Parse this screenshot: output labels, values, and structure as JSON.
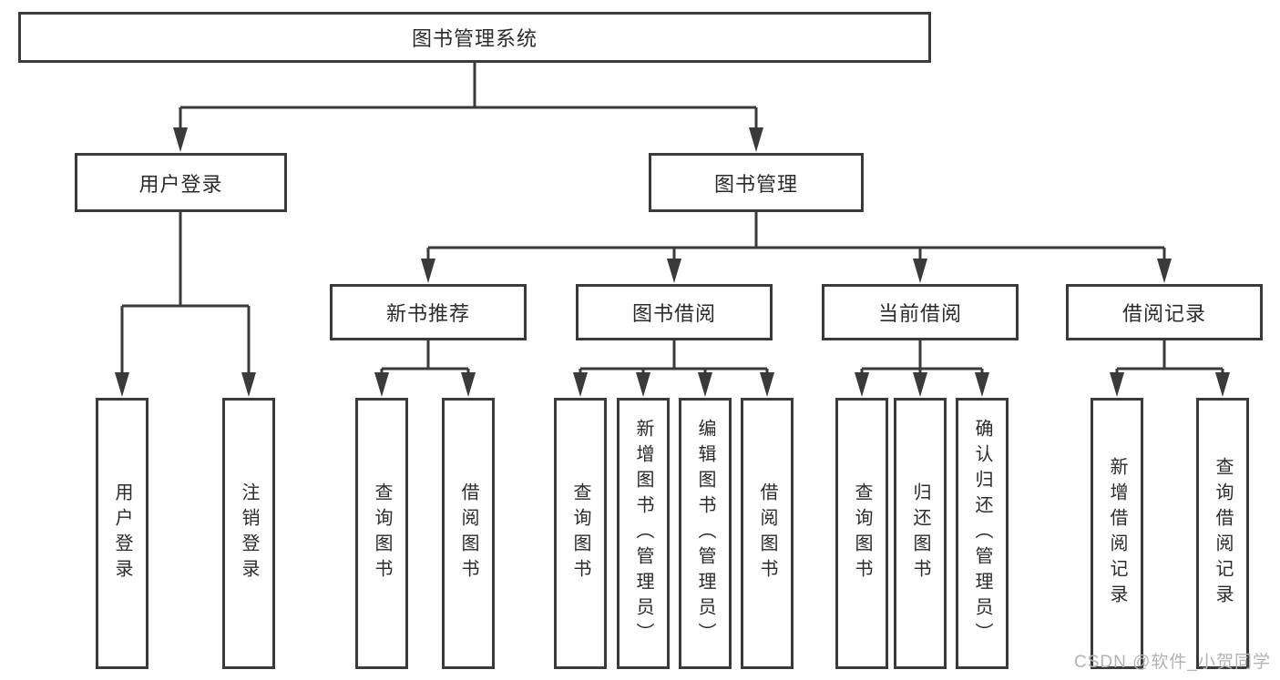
{
  "diagram": {
    "type": "hierarchy-tree",
    "tree": {
      "root": "图书管理系统",
      "level2": [
        {
          "label": "用户登录",
          "children": [
            "用户登录",
            "注销登录"
          ]
        },
        {
          "label": "图书管理",
          "children": [
            {
              "label": "新书推荐",
              "children": [
                "查询图书",
                "借阅图书"
              ]
            },
            {
              "label": "图书借阅",
              "children": [
                "查询图书",
                "新增图书（管理员）",
                "编辑图书（管理员）",
                "借阅图书"
              ]
            },
            {
              "label": "当前借阅",
              "children": [
                "查询图书",
                "归还图书",
                "确认归还（管理员）"
              ]
            },
            {
              "label": "借阅记录",
              "children": [
                "新增借阅记录",
                "查询借阅记录"
              ]
            }
          ]
        }
      ]
    },
    "watermark": "CSDN @软件_小贺同学",
    "colors": {
      "line": "#3a3a3a",
      "box_border": "#3a3a3a",
      "box_fill": "#ffffff",
      "text": "#2b2b2b",
      "watermark": "#b3b3b3",
      "background": "#ffffff"
    }
  }
}
